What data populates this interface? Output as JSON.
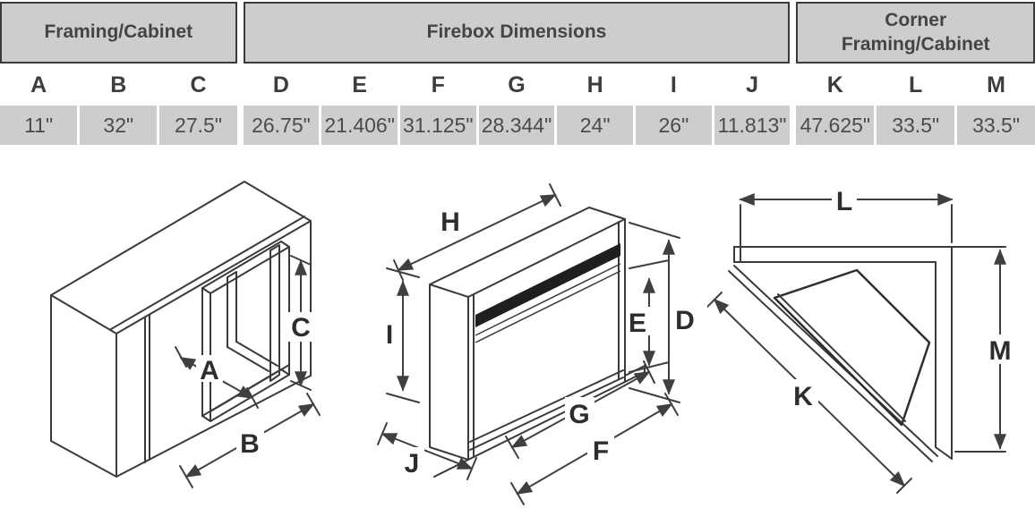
{
  "table": {
    "groups": [
      {
        "label": "Framing/Cabinet"
      },
      {
        "label": "Firebox Dimensions"
      },
      {
        "label": "Corner Framing/Cabinet"
      }
    ],
    "columns": [
      {
        "letter": "A",
        "value": "11\""
      },
      {
        "letter": "B",
        "value": "32\""
      },
      {
        "letter": "C",
        "value": "27.5\""
      },
      {
        "letter": "D",
        "value": "26.75\""
      },
      {
        "letter": "E",
        "value": "21.406\""
      },
      {
        "letter": "F",
        "value": "31.125\""
      },
      {
        "letter": "G",
        "value": "28.344\""
      },
      {
        "letter": "H",
        "value": "24\""
      },
      {
        "letter": "I",
        "value": "26\""
      },
      {
        "letter": "J",
        "value": "11.813\""
      },
      {
        "letter": "K",
        "value": "47.625\""
      },
      {
        "letter": "L",
        "value": "33.5\""
      },
      {
        "letter": "M",
        "value": "33.5\""
      }
    ]
  },
  "diagrams": {
    "framing_cabinet": {
      "labels": {
        "a": "A",
        "b": "B",
        "c": "C"
      }
    },
    "firebox": {
      "labels": {
        "d": "D",
        "e": "E",
        "f": "F",
        "g": "G",
        "h": "H",
        "i": "I",
        "j": "J"
      }
    },
    "corner": {
      "labels": {
        "k": "K",
        "l": "L",
        "m": "M"
      }
    }
  },
  "colors": {
    "cell_gray": "#cdcdcd",
    "border_dark": "#3a3a3a",
    "text_dark": "#444444",
    "line_art": "#3a3a3a"
  }
}
